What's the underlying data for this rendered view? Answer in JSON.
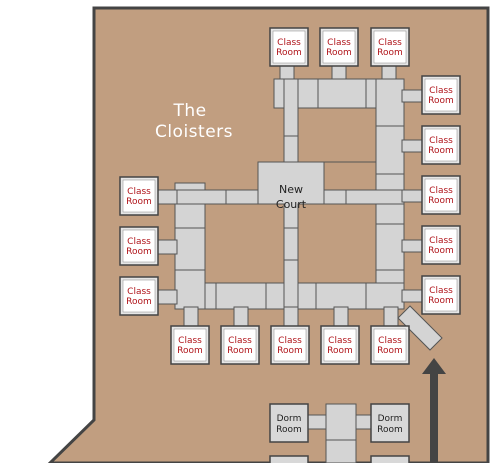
{
  "map": {
    "area_title_line1": "The",
    "area_title_line2": "Cloisters",
    "court_line1": "New",
    "court_line2": "Court",
    "class_room_line1": "Class",
    "class_room_line2": "Room",
    "dorm_room_line1": "Dorm",
    "dorm_room_line2": "Room",
    "colors": {
      "ground": "#c19e80",
      "corridor": "#d4d4d4",
      "class_room_text": "#b0141a",
      "arrow": "#444444"
    },
    "icons": [
      "north-arrow-icon"
    ]
  }
}
